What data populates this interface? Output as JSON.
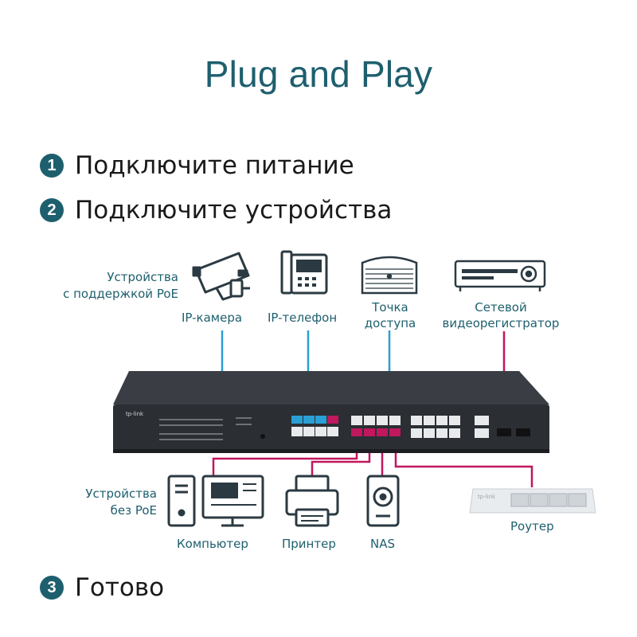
{
  "title": "Plug and Play",
  "steps": [
    {
      "num": "1",
      "text": "Подключите питание"
    },
    {
      "num": "2",
      "text": "Подключите устройства"
    },
    {
      "num": "3",
      "text": "Готово"
    }
  ],
  "poe_group": {
    "line1": "Устройства",
    "line2": "с поддержкой PoE"
  },
  "nonpoe_group": {
    "line1": "Устройства",
    "line2": "без PoE"
  },
  "poe_devices": {
    "camera": "IP-камера",
    "phone": "IP-телефон",
    "ap_line1": "Точка",
    "ap_line2": "доступа",
    "nvr_line1": "Сетевой",
    "nvr_line2": "видеорегистратор"
  },
  "nonpoe_devices": {
    "computer": "Компьютер",
    "printer": "Принтер",
    "nas": "NAS",
    "router": "Роутер"
  },
  "switch": {
    "brand": "tp-link",
    "router_brand": "tp-link"
  },
  "colors": {
    "accent": "#1e5f6e",
    "poe_cable": "#2a9fd6",
    "data_cable": "#c0175d",
    "switch_body": "#2b2e33"
  }
}
